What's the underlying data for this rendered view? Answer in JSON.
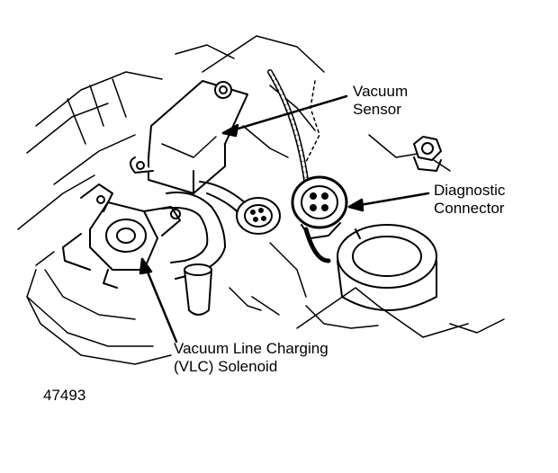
{
  "labels": {
    "vacuum_sensor": [
      "Vacuum",
      "Sensor"
    ],
    "diagnostic_connector": [
      "Diagnostic",
      "Connector"
    ],
    "vlc_solenoid": [
      "Vacuum Line Charging",
      "(VLC) Solenoid"
    ]
  },
  "figure_number": "47493"
}
